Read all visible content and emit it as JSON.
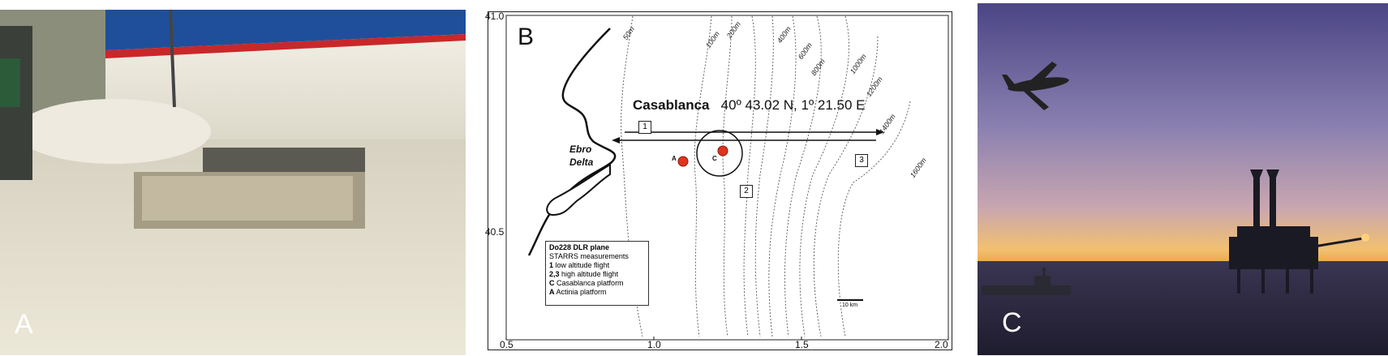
{
  "panel_a": {
    "letter": "A"
  },
  "panel_b": {
    "letter": "B",
    "title_name": "Casablanca",
    "title_coords": "40º 43.02 N, 1º 21.50 E",
    "place_label_line1": "Ebro",
    "place_label_line2": "Delta",
    "y_ticks": [
      "41.0",
      "40.5"
    ],
    "x_ticks": [
      "0.5",
      "1.0",
      "1.5",
      "2.0"
    ],
    "contour_labels": [
      "50m",
      "100m",
      "200m",
      "400m",
      "600m",
      "800m",
      "1000m",
      "1200m",
      "1400m",
      "1600m"
    ],
    "box_labels": [
      "1",
      "2",
      "3"
    ],
    "site_labels": [
      "A",
      "C"
    ],
    "legend": {
      "title": "Do228 DLR plane",
      "line1": "STARRS measurements",
      "line2_key": "1",
      "line2_text": "low altitude flight",
      "line3_key": "2,3",
      "line3_text": "high altitude flight",
      "line4_key": "C",
      "line4_text": "Casablanca platform",
      "line5_key": "A",
      "line5_text": "Actinia platform"
    },
    "scale_label": "10 km",
    "colors": {
      "site_marker": "#e0341c",
      "site_outline": "#8a1a0a"
    }
  },
  "panel_c": {
    "letter": "C"
  }
}
